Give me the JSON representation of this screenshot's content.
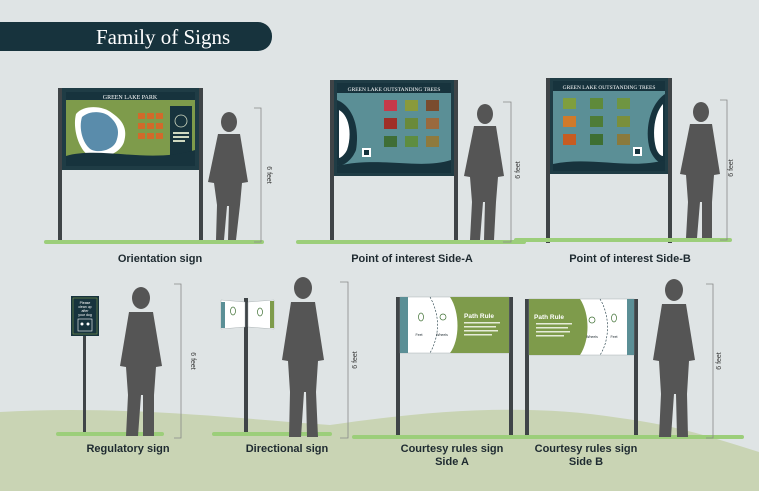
{
  "title": "Family of Signs",
  "height_label": "6 feet",
  "captions": {
    "orientation": "Orientation sign",
    "poi_a": "Point of interest Side-A",
    "poi_b": "Point of interest Side-B",
    "regulatory": "Regulatory sign",
    "directional": "Directional sign",
    "courtesy_a_line1": "Courtesy rules sign",
    "courtesy_a_line2": "Side A",
    "courtesy_b_line1": "Courtesy rules sign",
    "courtesy_b_line2": "Side B"
  },
  "sign_titles": {
    "orientation": "GREEN LAKE PARK",
    "poi_a": "GREEN LAKE OUTSTANDING TREES",
    "poi_b": "GREEN LAKE OUTSTANDING TREES",
    "courtesy_a": "Path Rule",
    "courtesy_b": "Path Rule"
  },
  "regulatory_text": [
    "Please",
    "clean up",
    "after",
    "your dog"
  ],
  "courtesy_walk_labels": {
    "a_left": "Feet",
    "a_right": "Wheels",
    "b_left": "Wheels",
    "b_right": "Feet"
  },
  "colors": {
    "title_bar": "#17333d",
    "sign_dark": "#17333d",
    "sign_green": "#7e9b4b",
    "sign_teal": "#5b8f96",
    "silhouette": "#555555",
    "grass": "#9cce7a",
    "ground": "#c9d4b4"
  }
}
